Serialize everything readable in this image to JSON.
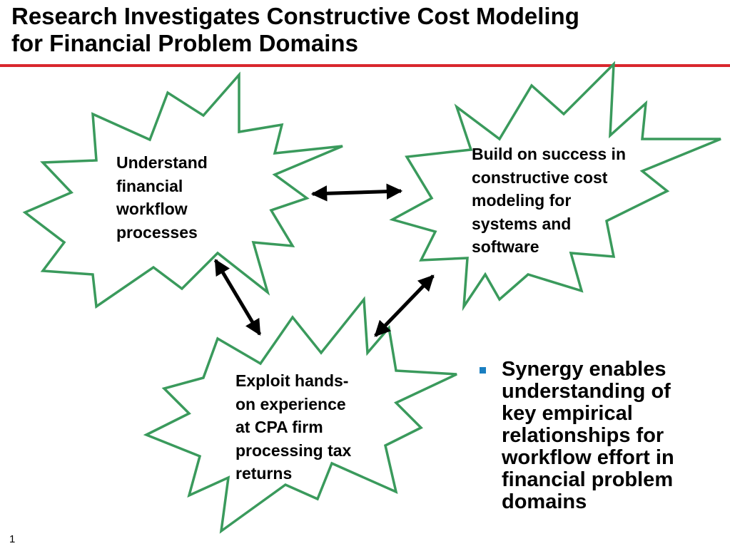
{
  "slide": {
    "title_line1": "Research Investigates Constructive Cost Modeling",
    "title_line2": "for Financial Problem Domains",
    "page_number": "1"
  },
  "colors": {
    "rule": "#d9272e",
    "burst_stroke": "#3a9a5c",
    "burst_fill": "#ffffff",
    "arrow": "#000000",
    "bullet_marker": "#1a7fc1"
  },
  "bursts": [
    {
      "id": "workflow",
      "lines": [
        "Understand",
        "financial",
        "workflow",
        "processes"
      ]
    },
    {
      "id": "cost-modeling",
      "lines": [
        "Build on success in",
        "constructive cost",
        "modeling for",
        "systems and",
        "software"
      ]
    },
    {
      "id": "cpa",
      "lines": [
        "Exploit hands-",
        "on experience",
        "at CPA firm",
        "processing tax",
        "returns"
      ]
    }
  ],
  "arrows": [
    {
      "from": "workflow",
      "to": "cost-modeling",
      "style": "double-headed"
    },
    {
      "from": "workflow",
      "to": "cpa",
      "style": "double-headed"
    },
    {
      "from": "cost-modeling",
      "to": "cpa",
      "style": "double-headed"
    }
  ],
  "bullets": [
    {
      "icon": "square-bullet-icon",
      "lines": [
        "Synergy enables",
        "understanding of",
        "key empirical",
        "relationships for",
        "workflow effort in",
        "financial problem",
        "domains"
      ]
    }
  ]
}
